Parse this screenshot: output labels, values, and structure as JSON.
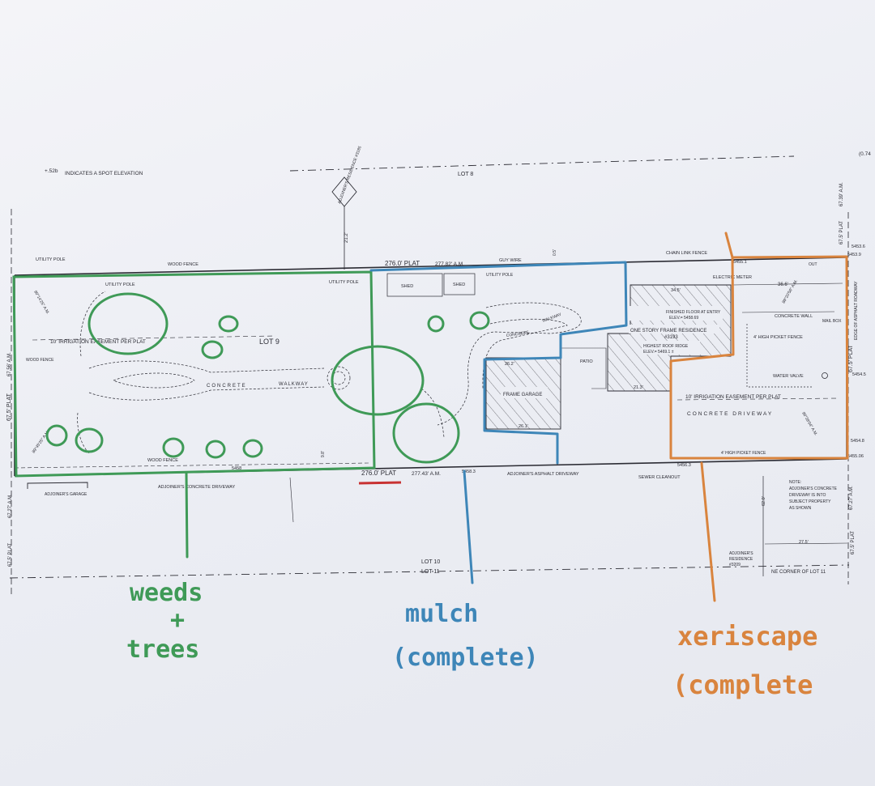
{
  "plan": {
    "legend_prefix": "+.52b",
    "legend_text": "INDICATES A SPOT ELEVATION",
    "corner_note": "(0.74",
    "lot_8": "LOT 8",
    "lot_9": "LOT 9",
    "lot_10": "LOT 10",
    "lot_11": "LOT 11",
    "adjoiner_residence_top": "ADJOINER'S RESIDENCE #3185",
    "dim_21_2": "21.2'",
    "dim_plat_left": "67.5' PLAT",
    "dim_plat_left_am": "67.56' A.M.",
    "dim_plat_right_top": "67.5' PLAT",
    "dim_plat_right_top_am": "67.39' A.M.",
    "dim_plat_right": "67.5' PLAT",
    "dim_plat_right_lower": "67.27' A.M.",
    "dim_plat_right_bottom": "67.5' PLAT",
    "dim_plat_left_bottom": "67.5' PLAT",
    "dim_plat_left_bottom_am": "67.27' A.M.",
    "utility_pole_1": "UTILITY POLE",
    "utility_pole_2": "UTILITY POLE",
    "utility_pole_3": "UTILITY POLE",
    "utility_pole_4": "UTILITY POLE",
    "wood_fence_top": "WOOD FENCE",
    "wood_fence_left": "WOOD FENCE",
    "wood_fence_bottom": "WOOD FENCE",
    "chain_link_fence": "CHAIN LINK FENCE",
    "guy_wire": "GUY WIRE",
    "top_plat": "276.0' PLAT",
    "top_am": "277.82' A.M.",
    "bottom_plat": "276.0' PLAT",
    "bottom_am": "277.43' A.M.",
    "irrigation_left": "10' IRRIGATION EASEMENT PER PLAT",
    "irrigation_right": "10' IRRIGATION EASEMENT PER PLAT",
    "concrete": "CONCRETE",
    "walkway": "WALKWAY",
    "walkway_2": "WALKWAY",
    "concrete_2": "CONCRETE",
    "shed_1": "SHED",
    "shed_2": "SHED",
    "frame_garage": "FRAME GARAGE",
    "garage_dim_top": "26.2'",
    "garage_dim_bottom": "26.1'",
    "patio": "PATIO",
    "residence": "ONE STORY FRAME RESIDENCE",
    "residence_no": "#3193",
    "finished_floor_1": "FINISHED FLOOR AT ENTRY",
    "finished_floor_2": "ELEV.= 5458.69",
    "roof_ridge_1": "HIGHEST ROOF RIDGE",
    "roof_ridge_2": "ELEV.= 5469.1 ±",
    "dim_34_5": "34.5'",
    "dim_21_3": "21.3'",
    "dim_36_6": "36.6'",
    "electric_meter": "ELECTRIC METER",
    "concrete_wall": "CONCRETE WALL",
    "mail_box": "MAIL BOX",
    "high_picket_fence_1": "4' HIGH PICKET FENCE",
    "high_picket_fence_2": "4' HIGH PICKET FENCE",
    "water_valve": "WATER VALVE",
    "concrete_driveway": "CONCRETE DRIVEWAY",
    "edge_asphalt": "EDGE OF ASPHALT ROADWAY",
    "bearing_1": "89°20'56\" A.M.",
    "bearing_2": "90°39'04\" A.M.",
    "bearing_3": "90°14'25\" A.M.",
    "bearing_4": "89°45'25\" A.M.",
    "spot_1": "5453.6",
    "spot_2": "5453.9",
    "spot_3": "5454.5",
    "spot_4": "5454.8",
    "spot_5": "5455.06",
    "spot_6": "5456.3",
    "spot_7": "5458.3",
    "spot_8": "5455.1",
    "spot_9": "5458",
    "adjoiner_garage": "ADJOINER'S GARAGE",
    "adjoiner_concrete_driveway": "ADJOINER'S CONCRETE DRIVEWAY",
    "adjoiner_asphalt_driveway": "ADJOINER'S ASPHALT DRIVEWAY",
    "sewer_cleanout": "SEWER CLEANOUT",
    "note_lines": [
      "NOTE:",
      "ADJOINER'S CONCRETE",
      "DRIVEWAY IS INTO",
      "SUBJECT PROPERTY",
      "AS SHOWN"
    ],
    "adjoiner_residence_bottom": [
      "ADJOINER'S",
      "RESIDENCE",
      "#3209"
    ],
    "ne_corner": "NE CORNER OF LOT 11",
    "dim_62_0": "62.0'",
    "dim_27_5": "27.5'",
    "out": "OUT",
    "dim_9_8": "9.8'",
    "dim_0_5": "0.5'"
  },
  "annotations": {
    "green_line1": "weeds",
    "green_line2": "+",
    "green_line3": "trees",
    "blue_line1": "mulch",
    "blue_line2": "(complete)",
    "orange_line1": "xeriscape",
    "orange_line2": "(complete"
  },
  "colors": {
    "paper": "#eceef4",
    "ink": "#2c2c34",
    "green_marker": "#3f9a57",
    "blue_marker": "#3e86b8",
    "orange_marker": "#d9843e",
    "red_mark": "#c83232"
  }
}
